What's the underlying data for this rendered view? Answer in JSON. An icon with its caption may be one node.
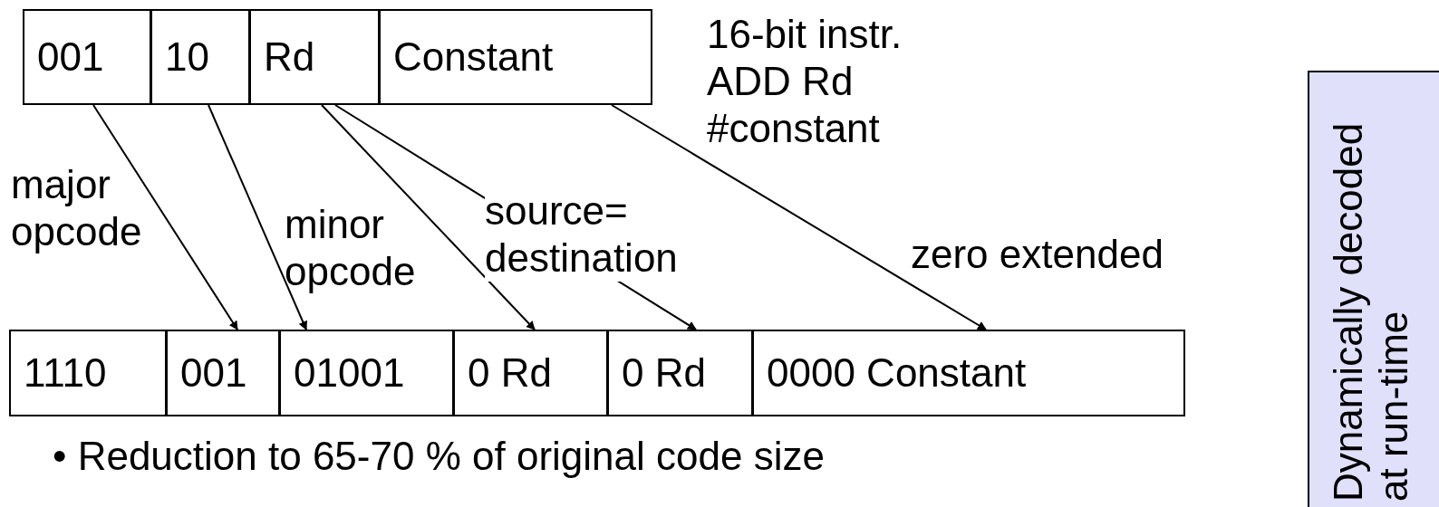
{
  "diagram": {
    "nodes": [
      {
        "text": [
          "001"
        ]
      },
      {
        "text": [
          "10"
        ]
      },
      {
        "text": [
          "Rd"
        ]
      },
      {
        "text": [
          "Constant"
        ]
      },
      {
        "text": [
          "1110"
        ]
      },
      {
        "text": [
          "001"
        ]
      },
      {
        "text": [
          "01001"
        ]
      },
      {
        "text": [
          "0 Rd"
        ]
      },
      {
        "text": [
          "0 Rd"
        ]
      },
      {
        "text": [
          "0000 Constant"
        ]
      },
      {
        "text": [
          "Dynamically decoded at run-time"
        ]
      }
    ],
    "edges": [
      {
        "from": 0,
        "to": 5,
        "arrow": "to"
      },
      {
        "from": 1,
        "to": 6,
        "arrow": "to"
      },
      {
        "from": 2,
        "to": 7,
        "arrow": "to"
      },
      {
        "from": 2,
        "to": 8,
        "arrow": "to"
      },
      {
        "from": 3,
        "to": 9,
        "arrow": "to"
      }
    ],
    "labels": [
      "16-bit instr. ADD Rd #constant",
      "major opcode",
      "minor opcode",
      "source= destination",
      "zero extended",
      "• Reduction to 65-70 % of original code size"
    ]
  }
}
